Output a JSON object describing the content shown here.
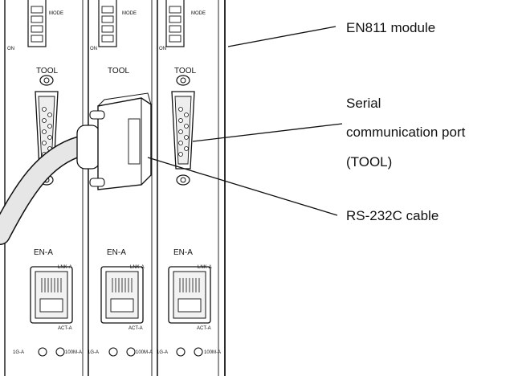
{
  "module": {
    "mode_label": "MODE",
    "on_label": "ON",
    "tool_label": "TOOL",
    "ena_label": "EN-A",
    "lnk_label": "LNK-A",
    "act_label": "ACT-A",
    "led1_label": "1G-A",
    "led2_label": "100M-A"
  },
  "callouts": {
    "module": "EN811 module",
    "port_line1": "Serial",
    "port_line2": "communication port",
    "port_line3": "(TOOL)",
    "cable": "RS-232C cable"
  }
}
